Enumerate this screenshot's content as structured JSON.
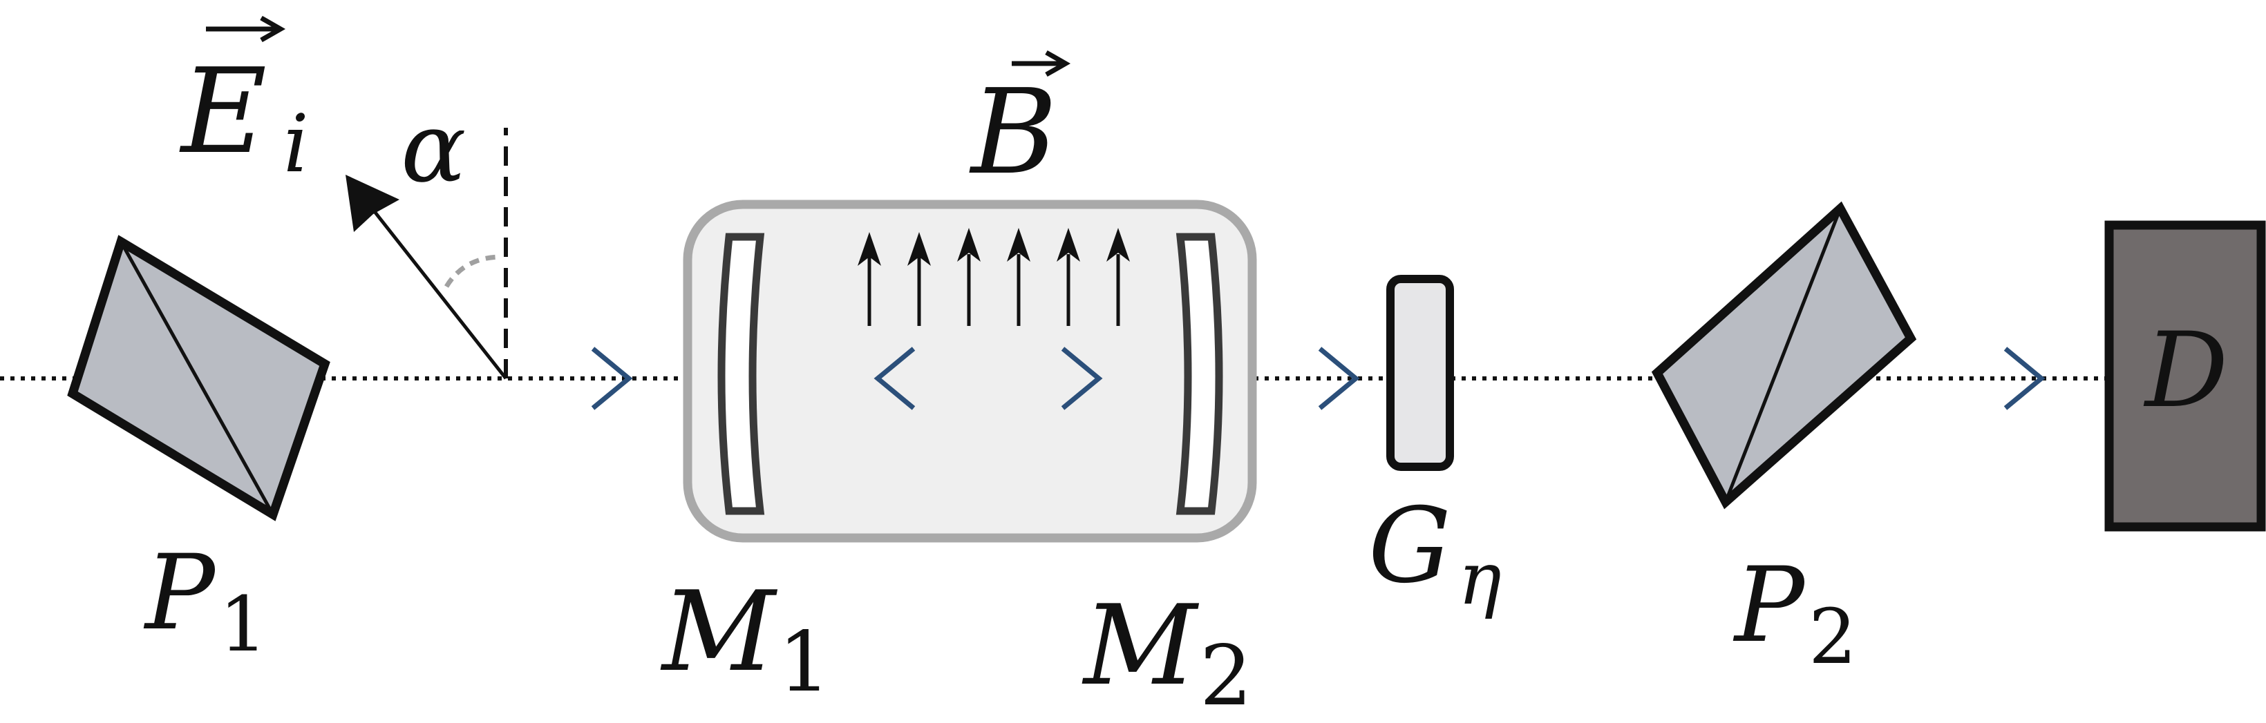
{
  "labels": {
    "field_vector": {
      "main": "E",
      "sub": "i"
    },
    "angle": "α",
    "magnetic_field": "B",
    "polarizer_1": {
      "main": "P",
      "sub": "1"
    },
    "mirror_1": {
      "main": "M",
      "sub": "1"
    },
    "mirror_2": {
      "main": "M",
      "sub": "2"
    },
    "plate": {
      "main": "G",
      "sub": "η"
    },
    "polarizer_2": {
      "main": "P",
      "sub": "2"
    },
    "detector": "D"
  },
  "colors": {
    "beam": "#111111",
    "direction_chevrons": "#2b4f7a",
    "prism_fill": "#b9bcc3",
    "cavity_fill": "#efefef",
    "cavity_border": "#a9a9a9",
    "plate_fill": "#e6e6e8",
    "detector_fill": "#706b6b",
    "angle_arc": "#a0a0a0"
  },
  "icons": {
    "forward_chevron": "chevron-right-icon",
    "backward_chevron": "chevron-left-icon",
    "field_arrow": "arrow-up-icon"
  }
}
